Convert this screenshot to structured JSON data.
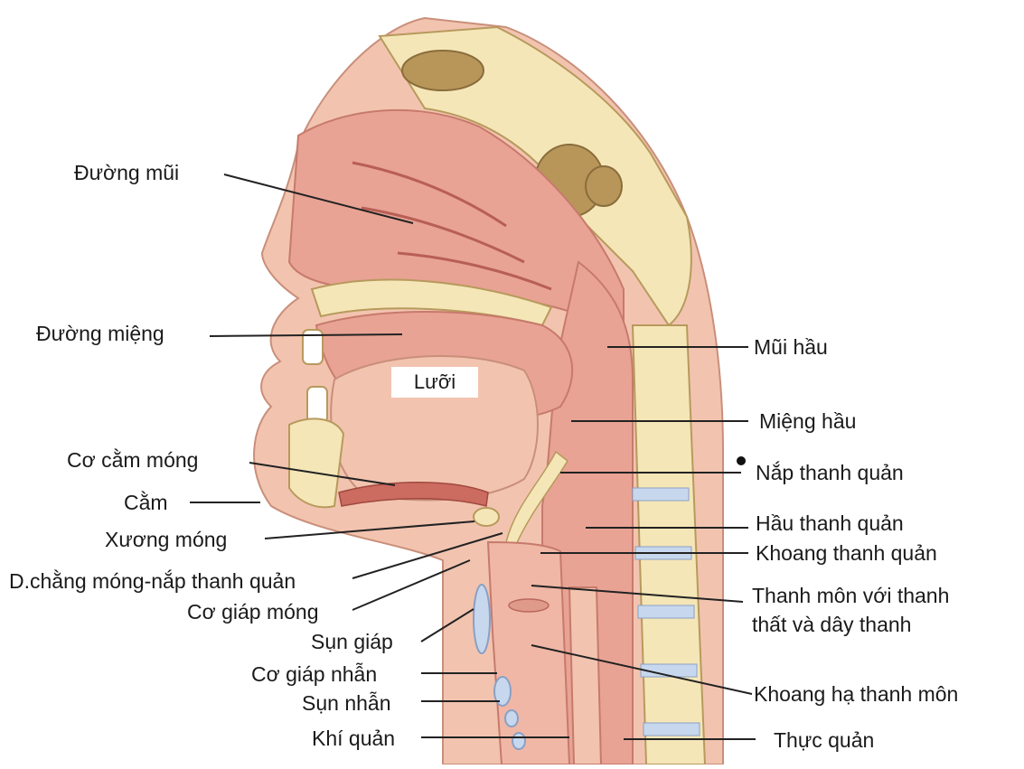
{
  "labels": {
    "duong_mui": "Đường mũi",
    "duong_mieng": "Đường miệng",
    "luoi": "Lưỡi",
    "co_cam_mong": "Cơ cằm móng",
    "cam": "Cằm",
    "xuong_mong": "Xương móng",
    "d_chang": "D.chằng móng-nắp thanh quản",
    "co_giap_mong": "Cơ giáp móng",
    "sun_giap": "Sụn giáp",
    "co_giap_nhan": "Cơ giáp nhẫn",
    "sun_nhan": "Sụn nhẫn",
    "khi_quan": "Khí quản",
    "mui_hau": "Mũi hầu",
    "mieng_hau": "Miệng hầu",
    "nap_thanh_quan": "Nắp thanh quản",
    "hau_thanh_quan": "Hầu thanh quản",
    "khoang_thanh_quan": "Khoang thanh quản",
    "thanh_mon_1": "Thanh môn với thanh",
    "thanh_mon_2": "thất và dây thanh",
    "khoang_ha": "Khoang hạ thanh môn",
    "thuc_quan": "Thực quản"
  },
  "colors": {
    "skin": "#f2c4b0",
    "tissue": "#e8a394",
    "cavity": "#f0b7a6",
    "bone": "#f5e6b8",
    "bone_dark": "#d9b96a",
    "sinus": "#b8965a",
    "muscle": "#cc6b60",
    "cartilage": "#c7d8ee",
    "line": "#222222"
  }
}
